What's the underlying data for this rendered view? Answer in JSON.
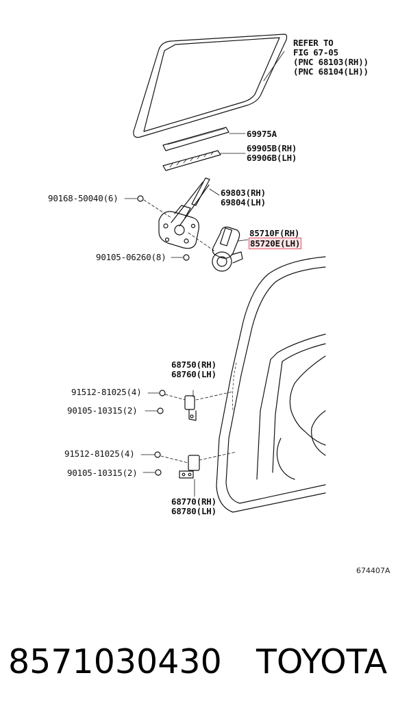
{
  "refer_note": [
    "REFER TO",
    "FIG 67-05",
    "(PNC 68103(RH))",
    "(PNC 68104(LH))"
  ],
  "labels": {
    "p69975a": "69975A",
    "p69905b": "69905B(RH)",
    "p69906b": "69906B(LH)",
    "p90168": "90168-50040(6)",
    "p69803": "69803(RH)",
    "p69804": "69804(LH)",
    "p85710f": "85710F(RH)",
    "p85720e": "85720E(LH)",
    "p90105a": "90105-06260(8)",
    "p68750": "68750(RH)",
    "p68760": "68760(LH)",
    "p91512a": "91512-81025(4)",
    "p90105b": "90105-10315(2)",
    "p91512b": "91512-81025(4)",
    "p90105c": "90105-10315(2)",
    "p68770": "68770(RH)",
    "p68780": "68780(LH)"
  },
  "figure_code": "674407A",
  "footer": {
    "part_number": "8571030430",
    "brand": "TOYOTA"
  },
  "colors": {
    "highlight": "#e0556b",
    "ink": "#111111"
  }
}
